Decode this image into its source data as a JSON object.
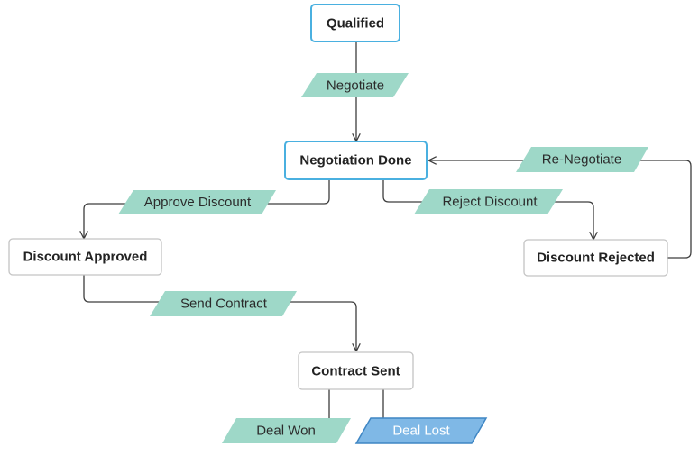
{
  "states": {
    "qualified": "Qualified",
    "negotiation_done": "Negotiation Done",
    "discount_approved": "Discount Approved",
    "discount_rejected": "Discount Rejected",
    "contract_sent": "Contract Sent"
  },
  "transitions": {
    "negotiate": "Negotiate",
    "re_negotiate": "Re-Negotiate",
    "approve_discount": "Approve Discount",
    "reject_discount": "Reject Discount",
    "send_contract": "Send Contract",
    "deal_won": "Deal Won",
    "deal_lost": "Deal Lost"
  },
  "colors": {
    "current_state_border": "#4ab0e0",
    "state_border": "#c4c4c4",
    "transition_fill": "#9ed8c8",
    "selected_transition_fill": "#7fb8e6",
    "selected_transition_border": "#3f86c4",
    "edge": "#3d3d3d"
  }
}
